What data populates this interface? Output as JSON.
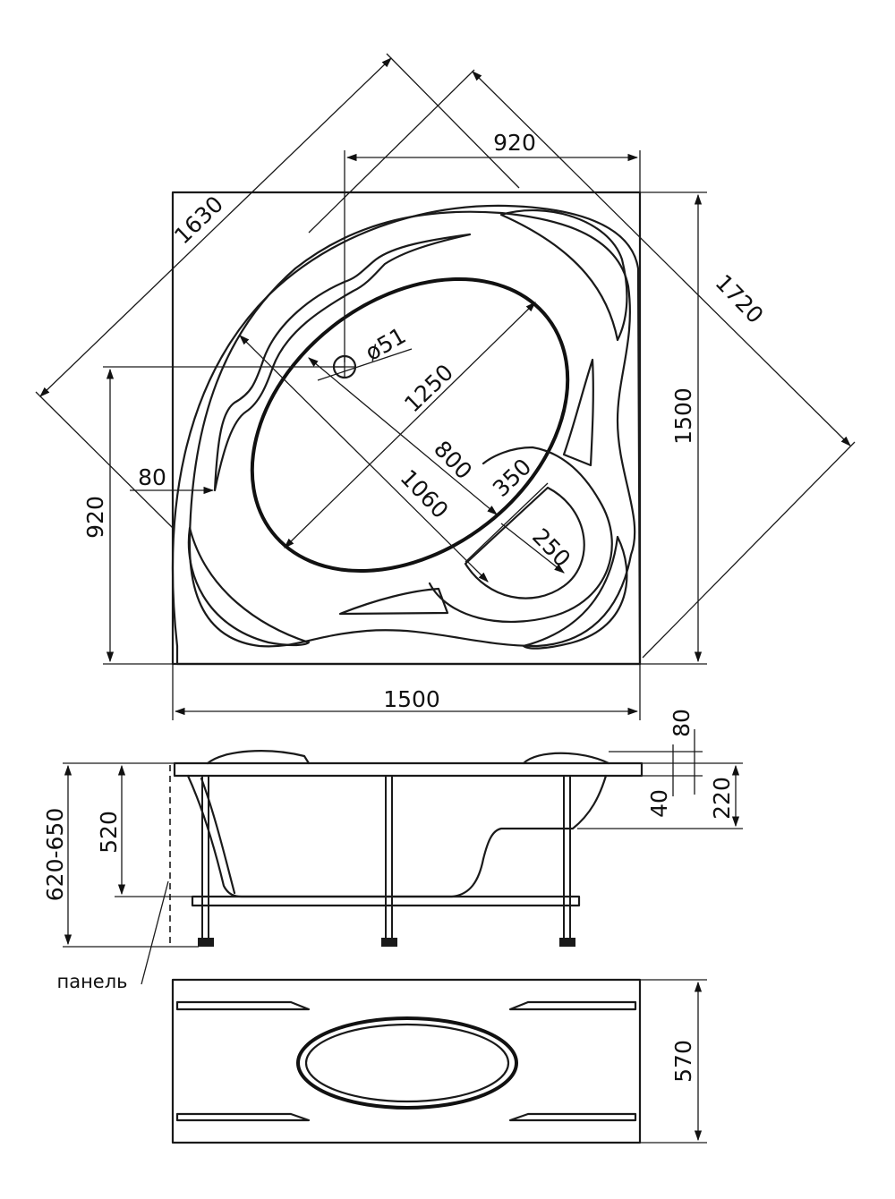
{
  "top_view": {
    "dims": {
      "overall_width": "1500",
      "overall_height": "1500",
      "top_side": "920",
      "left_side": "920",
      "diagonal_1630": "1630",
      "diagonal_1720": "1720",
      "bowl_length": "1250",
      "bowl_width": "800",
      "diag_1060": "1060",
      "seat_350": "350",
      "seat_250": "250",
      "rim_80": "80",
      "drain": "ø51"
    }
  },
  "side_view": {
    "dims": {
      "total_height": "620-650",
      "bowl_depth": "520",
      "rim_80": "80",
      "rim_40": "40",
      "rim_220": "220"
    },
    "panel_label": "панель"
  },
  "panel_view": {
    "dims": {
      "height": "570"
    }
  }
}
